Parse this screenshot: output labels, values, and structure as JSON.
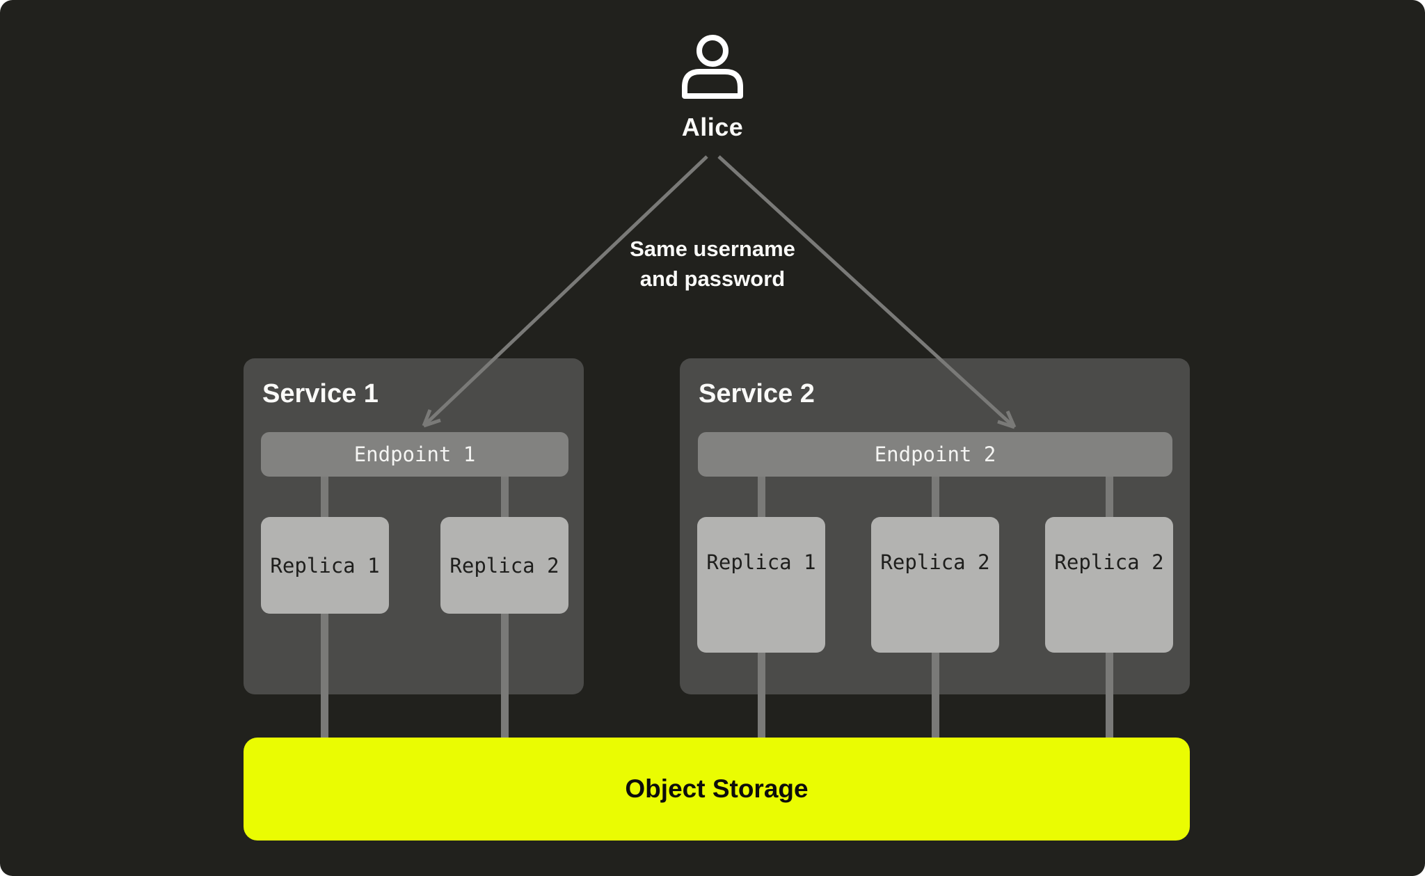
{
  "diagram": {
    "user": {
      "name": "Alice",
      "icon": "person-icon"
    },
    "connection_note": {
      "line1": "Same username",
      "line2": "and password"
    },
    "services": [
      {
        "title": "Service 1",
        "endpoint": "Endpoint 1",
        "replicas": [
          "Replica 1",
          "Replica 2"
        ]
      },
      {
        "title": "Service 2",
        "endpoint": "Endpoint 2",
        "replicas": [
          "Replica 1",
          "Replica 2",
          "Replica 2"
        ]
      }
    ],
    "storage": {
      "label": "Object Storage"
    },
    "colors": {
      "page_background": "#ffffff",
      "canvas": "#21211d",
      "service_box": "#4b4b49",
      "endpoint_bar": "#828280",
      "replica_box": "#b3b3b1",
      "connector": "#7a7a78",
      "storage_accent": "#eafc02",
      "text_light": "#fafaf8",
      "text_dark": "#1e1e1c"
    }
  }
}
